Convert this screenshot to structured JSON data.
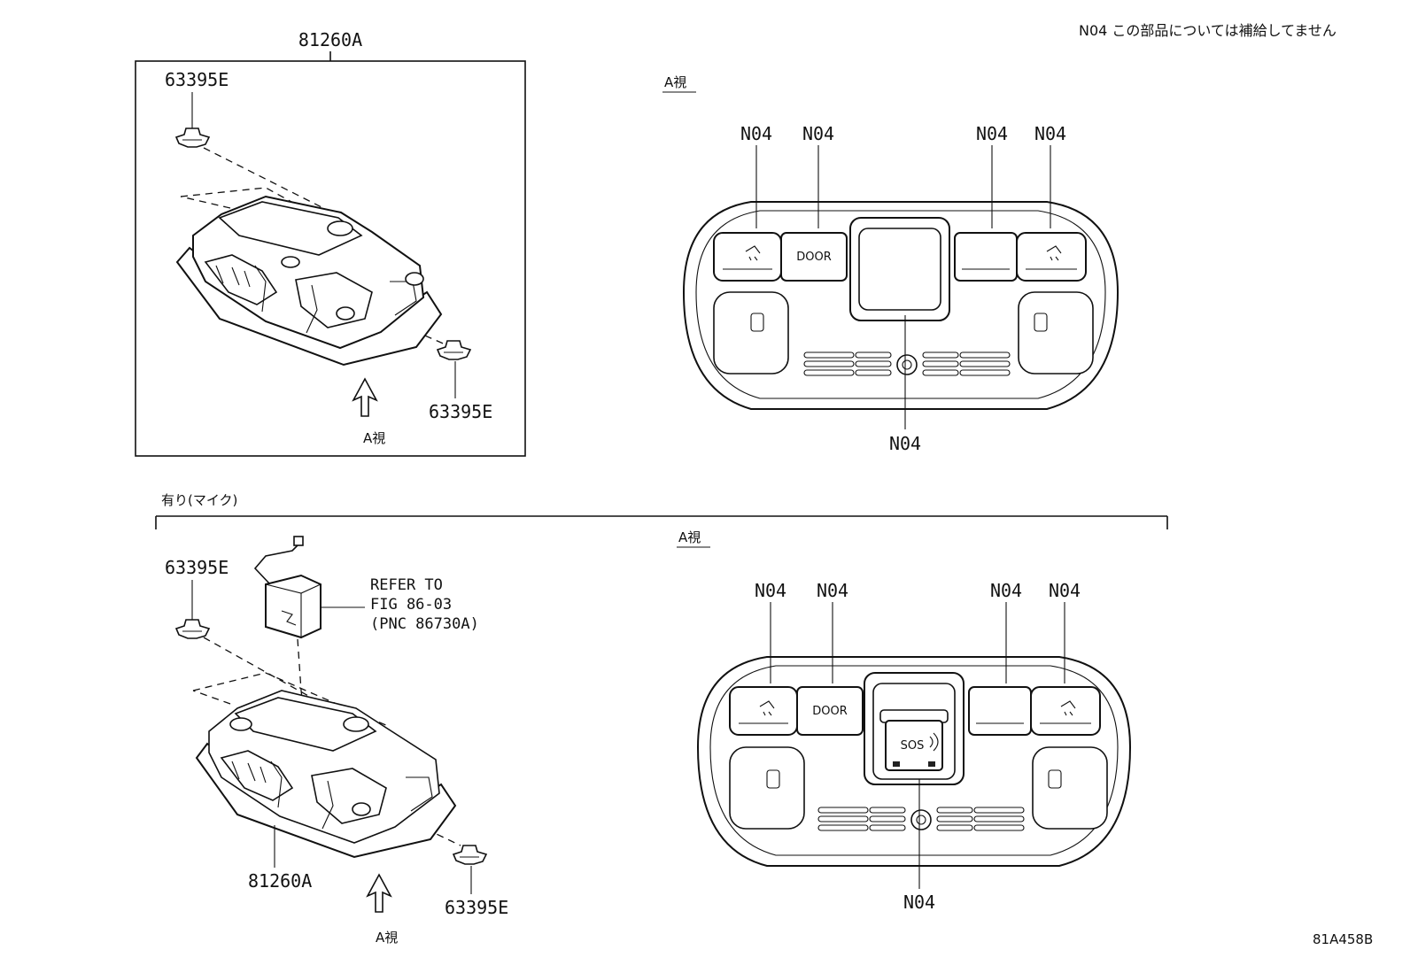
{
  "note": "N04 この部品については補給してません",
  "figure_code": "81A458B",
  "top_section": {
    "assembly_part": "81260A",
    "clip_upper": "63395E",
    "clip_lower": "63395E",
    "view_label": "A視",
    "detail_view_title": "A視",
    "callouts": [
      "N04",
      "N04",
      "N04",
      "N04",
      "N04"
    ],
    "door_button": "DOOR"
  },
  "bottom_section": {
    "section_title": "有り(マイク)",
    "clip_upper": "63395E",
    "clip_lower": "63395E",
    "assembly_part": "81260A",
    "refer_line1": "REFER TO",
    "refer_line2": "FIG 86-03",
    "refer_line3": "(PNC 86730A)",
    "view_label": "A視",
    "detail_view_title": "A視",
    "callouts": [
      "N04",
      "N04",
      "N04",
      "N04",
      "N04"
    ],
    "door_button": "DOOR",
    "sos_button": "SOS"
  }
}
